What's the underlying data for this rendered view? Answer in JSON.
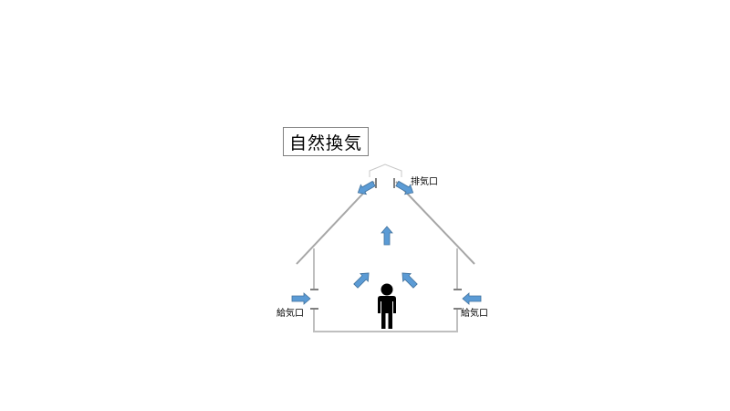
{
  "title": "自然換気",
  "labels": {
    "exhaust": "排気口",
    "intake_left": "給気口",
    "intake_right": "給気口"
  },
  "colors": {
    "wall": "#bfbfbf",
    "roof": "#a6a6a6",
    "vent_mark": "#808080",
    "arrow_fill": "#5b9bd5",
    "arrow_stroke": "#41719c",
    "person": "#000000",
    "title_border": "#7f7f7f"
  },
  "icons": {
    "person": "person-icon",
    "airflow": "arrow-icon"
  }
}
